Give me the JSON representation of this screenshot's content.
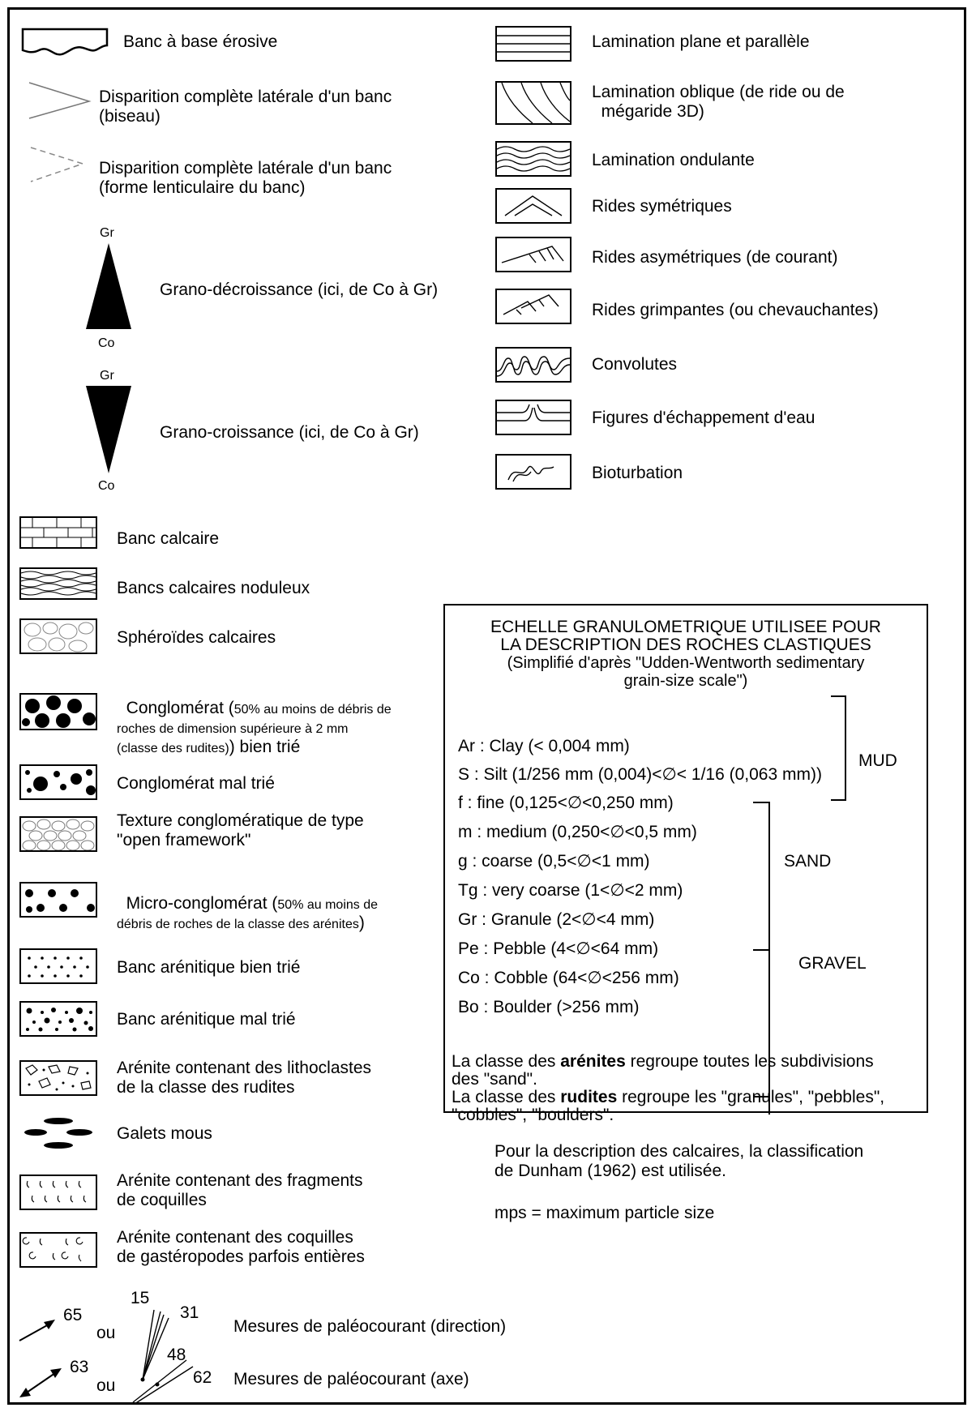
{
  "left_items": [
    {
      "label": "Banc à base érosive"
    },
    {
      "label": "Disparition complète latérale d'un banc\n(biseau)"
    },
    {
      "label": "Disparition complète latérale d'un banc\n(forme lenticulaire du banc)"
    },
    {
      "label": "Grano-décroissance (ici, de Co à Gr)"
    },
    {
      "label": "Grano-croissance (ici, de Co à Gr)"
    }
  ],
  "triangle_labels": {
    "top_up": "Gr",
    "bottom_up": "Co",
    "top_down": "Gr",
    "bottom_down": "Co"
  },
  "right_items": [
    {
      "label": "Lamination plane et parallèle"
    },
    {
      "label": "Lamination oblique (de ride ou de\n  mégaride 3D)"
    },
    {
      "label": "Lamination ondulante"
    },
    {
      "label": "Rides symétriques"
    },
    {
      "label": "Rides asymétriques (de courant)"
    },
    {
      "label": "Rides grimpantes (ou chevauchantes)"
    },
    {
      "label": "Convolutes"
    },
    {
      "label": "Figures d'échappement d'eau"
    },
    {
      "label": "Bioturbation"
    }
  ],
  "lithology_items": [
    {
      "label": "Banc calcaire"
    },
    {
      "label": "Bancs calcaires noduleux"
    },
    {
      "label": "Sphéroïdes calcaires"
    },
    {
      "label": "Conglomérat (",
      "note": "50% au moins de débris de\nroches de dimension supérieure à 2 mm\n(classe des rudites)",
      "after": ") bien trié"
    },
    {
      "label": "Conglomérat mal trié"
    },
    {
      "label": "Texture conglomératique de type\n\"open framework\""
    },
    {
      "label": "Micro-conglomérat (",
      "note": "50% au moins de\ndébris de roches de la classe des arénites",
      "after": ")"
    },
    {
      "label": "Banc arénitique bien trié"
    },
    {
      "label": "Banc arénitique mal trié"
    },
    {
      "label": "Arénite contenant des lithoclastes\nde la classe des rudites"
    },
    {
      "label": "Galets mous"
    },
    {
      "label": "Arénite contenant des fragments\nde coquilles"
    },
    {
      "label": "Arénite contenant des coquilles\nde gastéropodes parfois entières"
    }
  ],
  "paleocurrent": {
    "direction": {
      "arrow_value": "65",
      "ou": "ou",
      "rose_values": [
        "15",
        "31"
      ],
      "label": "Mesures de paléocourant (direction)"
    },
    "axis": {
      "arrow_value": "63",
      "ou": "ou",
      "rose_values": [
        "48",
        "62"
      ],
      "label": "Mesures de paléocourant (axe)"
    }
  },
  "grain_scale": {
    "title": "ECHELLE GRANULOMETRIQUE UTILISEE POUR\nLA DESCRIPTION DES ROCHES CLASTIQUES",
    "subtitle": "(Simplifié d'après \"Udden-Wentworth sedimentary\ngrain-size scale\")",
    "rows": [
      "Ar : Clay (< 0,004 mm)",
      "S : Silt (1/256 mm (0,004)<∅< 1/16 (0,063 mm))",
      "f : fine (0,125<∅<0,250 mm)",
      "m :  medium (0,250<∅<0,5 mm)",
      "g :  coarse (0,5<∅<1 mm)",
      "Tg :  very coarse (1<∅<2 mm)",
      "Gr : Granule (2<∅<4 mm)",
      "Pe : Pebble (4<∅<64 mm)",
      "Co : Cobble (64<∅<256 mm)",
      "Bo : Boulder (>256 mm)"
    ],
    "groups": {
      "mud": "MUD",
      "sand": "SAND",
      "gravel": "GRAVEL"
    },
    "note1_pre": "La classe des ",
    "note1_bold": "arénites",
    "note1_post": " regroupe toutes les subdivisions\ndes \"sand\".",
    "note2_pre": "La classe des ",
    "note2_bold": "rudites",
    "note2_post": " regroupe les \"granules\", \"pebbles\",\n\"cobbles\", \"boulders\"."
  },
  "footnotes": {
    "dunham": "Pour la description des calcaires, la classification\nde Dunham (1962) est utilisée.",
    "mps": "mps = maximum particle size"
  }
}
